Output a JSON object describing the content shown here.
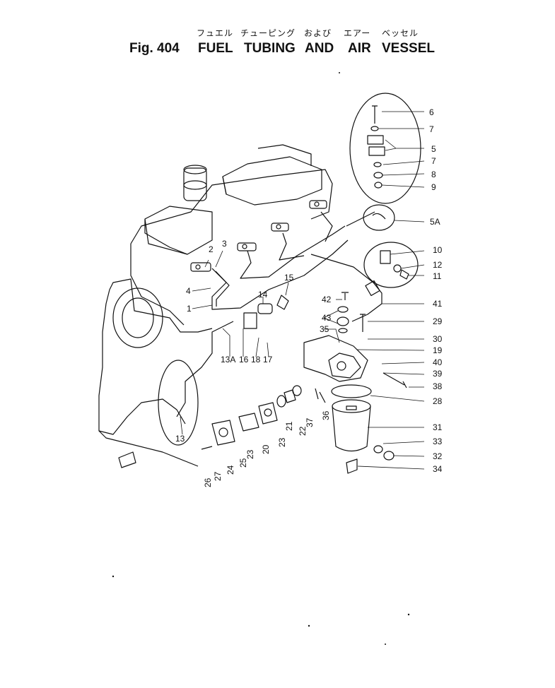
{
  "title": {
    "jp_fuel": "フュエル",
    "jp_tubing": "チューピング",
    "jp_and": "および",
    "jp_air": "エアー",
    "jp_vessel": "ベッセル",
    "fig_label": "Fig. 404",
    "en_fuel": "FUEL",
    "en_tubing": "TUBING",
    "en_and": "AND",
    "en_air": "AIR",
    "en_vessel": "VESSEL"
  },
  "callouts": [
    "6",
    "7",
    "5",
    "7",
    "8",
    "9",
    "5A",
    "10",
    "12",
    "11",
    "41",
    "29",
    "30",
    "19",
    "40",
    "39",
    "38",
    "28",
    "31",
    "33",
    "32",
    "34",
    "2",
    "3",
    "4",
    "1",
    "14",
    "15",
    "42",
    "43",
    "35",
    "13A",
    "16",
    "18",
    "17",
    "13",
    "37",
    "36",
    "22",
    "21",
    "23",
    "20",
    "23",
    "25",
    "24",
    "27",
    "26"
  ]
}
